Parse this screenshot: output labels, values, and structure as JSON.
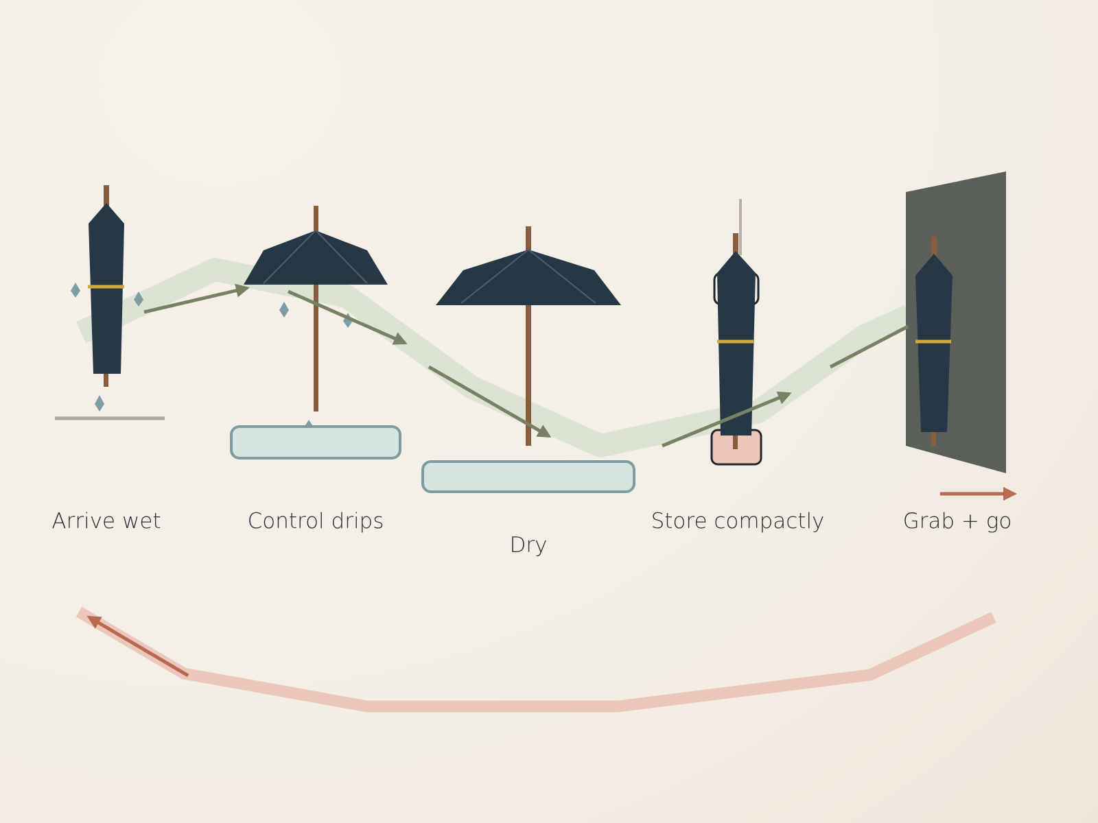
{
  "stages": [
    {
      "id": "arrive-wet",
      "label": "Arrive wet"
    },
    {
      "id": "control-drips",
      "label": "Control drips"
    },
    {
      "id": "dry",
      "label": "Dry"
    },
    {
      "id": "store-compactly",
      "label": "Store compactly"
    },
    {
      "id": "grab-and-go",
      "label": "Grab + go"
    }
  ],
  "colors": {
    "canopy": "#263845",
    "shaft": "#8a5c3e",
    "strap": "#d2a93b",
    "drop": "#7d9ea3",
    "flow_arrow": "#778265",
    "flow_band": "#dce3d2",
    "tray_fill": "#d6e4e1",
    "tray_stroke": "#7e9c9f",
    "return_arrow": "#b86a52",
    "return_band": "#ecc8bb",
    "door": "#5a5f5a",
    "holder": "#ecc8bb"
  }
}
